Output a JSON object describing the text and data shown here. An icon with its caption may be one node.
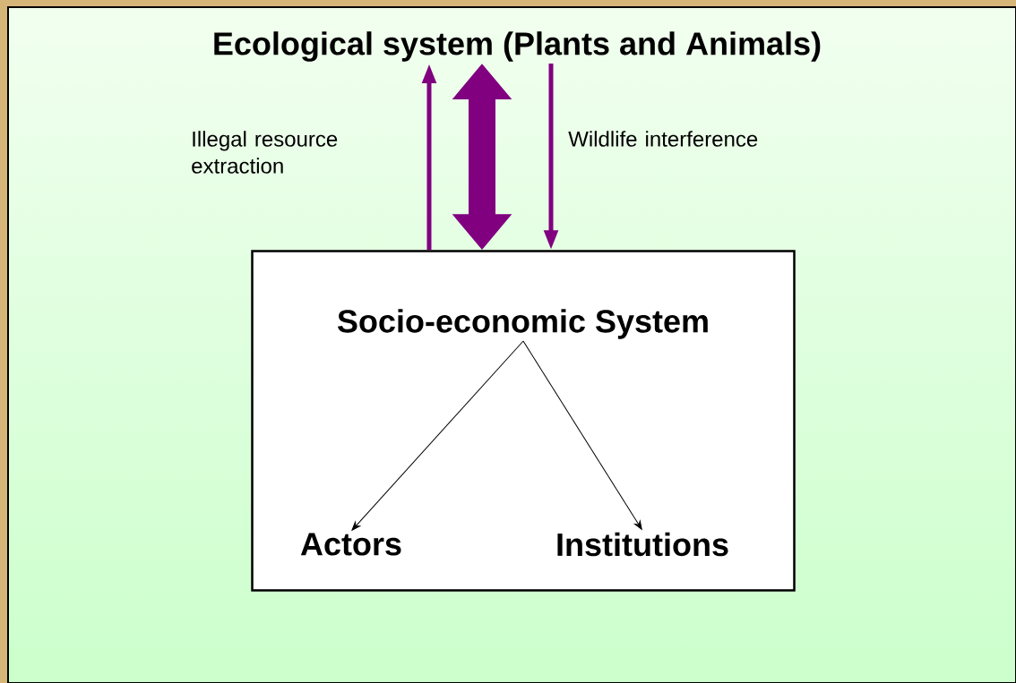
{
  "diagram": {
    "nodes": [
      {
        "text": [
          "Ecological system (Plants and Animals)"
        ]
      },
      {
        "text": [],
        "shape": "box"
      },
      {
        "text": [
          "Socio-economic System"
        ],
        "in": 1
      },
      {
        "text": [
          "Actors"
        ],
        "in": 1
      },
      {
        "text": [
          "Institutions"
        ],
        "in": 1
      }
    ],
    "edges": [
      {
        "from": 1,
        "to": 0,
        "arrow": "to",
        "label": "Illegal resource extraction",
        "color": "#800080"
      },
      {
        "from": 0,
        "to": 1,
        "arrow": "both",
        "style": "thick",
        "color": "#800080"
      },
      {
        "from": 0,
        "to": 1,
        "arrow": "to",
        "label": "Wildlife interference",
        "color": "#800080"
      },
      {
        "from": 2,
        "to": 3,
        "arrow": "to",
        "color": "#000000"
      },
      {
        "from": 2,
        "to": 4,
        "arrow": "to",
        "color": "#000000"
      }
    ]
  }
}
